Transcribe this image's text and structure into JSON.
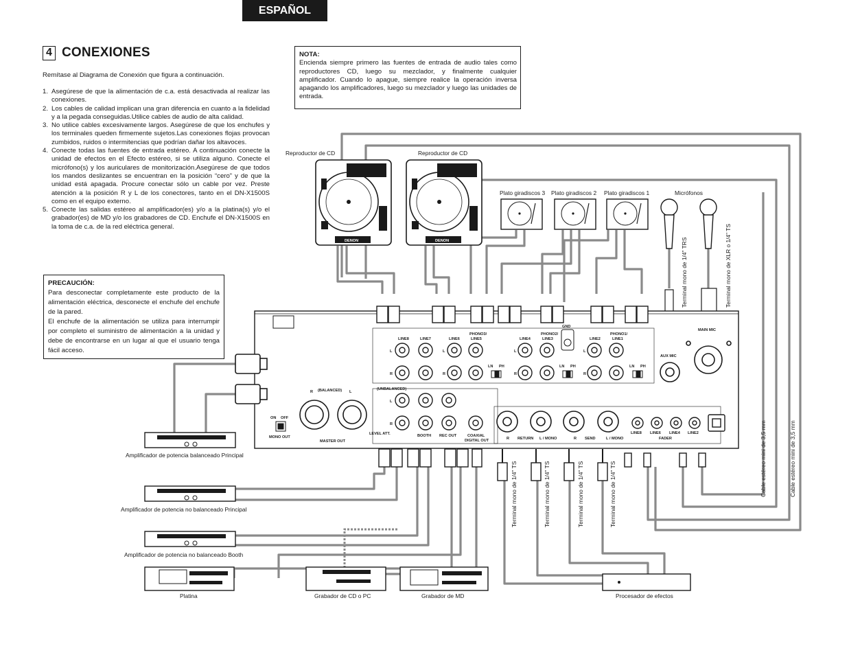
{
  "header": {
    "language_tab": "ESPAÑOL"
  },
  "section": {
    "number": "4",
    "title": "CONEXIONES"
  },
  "intro": "Remítase al Diagrama de Conexión que figura a continuación.",
  "steps": [
    {
      "num": "1.",
      "text": "Asegúrese de que la alimentación de c.a. está desactivada al realizar las conexiones."
    },
    {
      "num": "2.",
      "text": "Los cables de calidad implican una gran diferencia en cuanto a la fidelidad y a la pegada conseguidas.Utilice cables de audio de alta calidad."
    },
    {
      "num": "3.",
      "text": "No utilice cables excesivamente largos. Asegúrese de que los enchufes y los terminales queden firmemente sujetos.Las conexiones flojas provocan zumbidos, ruidos o intermitencias que podrían dañar los altavoces."
    },
    {
      "num": "4.",
      "text": "Conecte todas las fuentes de entrada estéreo. A continuación conecte la unidad de efectos en el Efecto estéreo, si se utiliza alguno. Conecte el micrófono(s) y los auriculares de monitorización.Asegúrese de que todos los mandos deslizantes se encuentran en la posición “cero” y de que la unidad está apagada. Procure conectar sólo un cable por vez. Preste atención a la posición R y L de los conectores, tanto en el DN-X1500S como en el equipo externo."
    },
    {
      "num": "5.",
      "text": "Conecte las salidas estéreo al amplificador(es) y/o a la platina(s) y/o el grabador(es) de MD y/o los grabadores de CD. Enchufe el DN-X1500S en la toma de c.a. de la red eléctrica general."
    }
  ],
  "note": {
    "heading": "NOTA:",
    "body": "Encienda siempre primero las fuentes de entrada de audio tales como reproductores CD, luego su mezclador, y finalmente cualquier amplificador. Cuando lo apague, siempre realice la operación inversa apagando los amplificadores, luego su mezclador y luego las unidades de entrada."
  },
  "caution": {
    "heading": "PRECAUCIÓN:",
    "body": "Para desconectar completamente este producto de la alimentación eléctrica, desconecte el enchufe del enchufe de la pared.\nEl enchufe de la alimentación se utiliza para interrumpir por completo el suministro de alimentación a la unidad y debe de encontrarse en un lugar al que el usuario tenga fácil acceso."
  },
  "diagram": {
    "cd_player_1": "Reproductor de CD",
    "cd_player_2": "Reproductor de CD",
    "turntable_3": "Plato giradiscos 3",
    "turntable_2": "Plato giradiscos 2",
    "turntable_1": "Plato giradiscos 1",
    "microphones": "Micrófonos",
    "brand": "DENON",
    "mic_term_trs": "Terminal mono de 1/4\" TRS",
    "mic_term_xlr": "Terminal mono de XLR o 1/4\" TS",
    "panel": {
      "line8": "LINE8",
      "line7": "LINE7",
      "line6": "LINE6",
      "phono3": "PHONO3/",
      "line5": "LINE5",
      "line4": "LINE4",
      "phono2": "PHONO2/",
      "line3": "LINE3",
      "gnd": "GND",
      "line2": "LINE2",
      "phono1": "PHONO1/",
      "line1": "LINE1",
      "aux_mic": "AUX MIC",
      "main_mic": "MAIN MIC",
      "ln": "LN",
      "ph": "PH",
      "l": "L",
      "r": "R",
      "balanced": "(BALANCED)",
      "unbalanced": "(UNBALANCED)",
      "on": "ON",
      "off": "OFF",
      "mono_out": "MONO OUT",
      "master_out": "MASTER OUT",
      "level_att": "LEVEL ATT.",
      "booth": "BOOTH",
      "rec_out": "REC OUT",
      "coaxial": "COAXIAL",
      "digital_out": "DIGITAL OUT",
      "return": "RETURN",
      "send": "SEND",
      "l_mono": "L / MONO",
      "r_label": "R",
      "fader": "FADER",
      "line6b": "LINE6",
      "line4b": "LINE4",
      "line2b": "LINE2",
      "line8b": "LINE8"
    },
    "ts_term": "Terminal mono de 1/4\" TS",
    "cable_stereo": "Cable estéreo mini de 3,5 mm",
    "amp_balanced": "Amplificador de potencia balanceado Principal",
    "amp_unbalanced": "Amplificador de potencia no balanceado Principal",
    "amp_booth": "Amplificador de potencia no balanceado Booth",
    "deck": "Platina",
    "cd_recorder": "Grabador de CD o PC",
    "md_recorder": "Grabador de MD",
    "effects": "Procesador de efectos"
  },
  "colors": {
    "ink": "#1a1a1a",
    "cable": "#8a8a8a",
    "panel_fill": "#ffffff"
  }
}
